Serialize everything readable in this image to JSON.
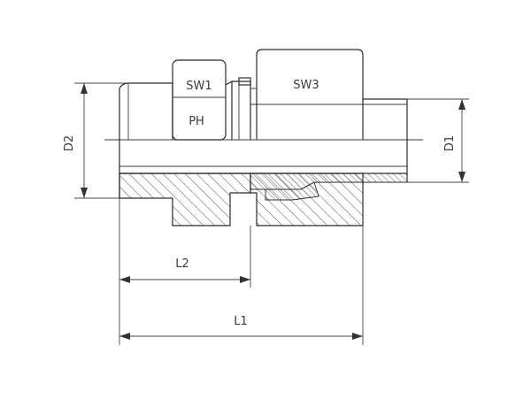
{
  "diagram": {
    "labels": {
      "sw1": "SW1",
      "ph": "PH",
      "sw3": "SW3",
      "d1": "D1",
      "d2": "D2",
      "l1": "L1",
      "l2": "L2"
    },
    "colors": {
      "line": "#2b2b2b",
      "background": "#ffffff"
    }
  }
}
